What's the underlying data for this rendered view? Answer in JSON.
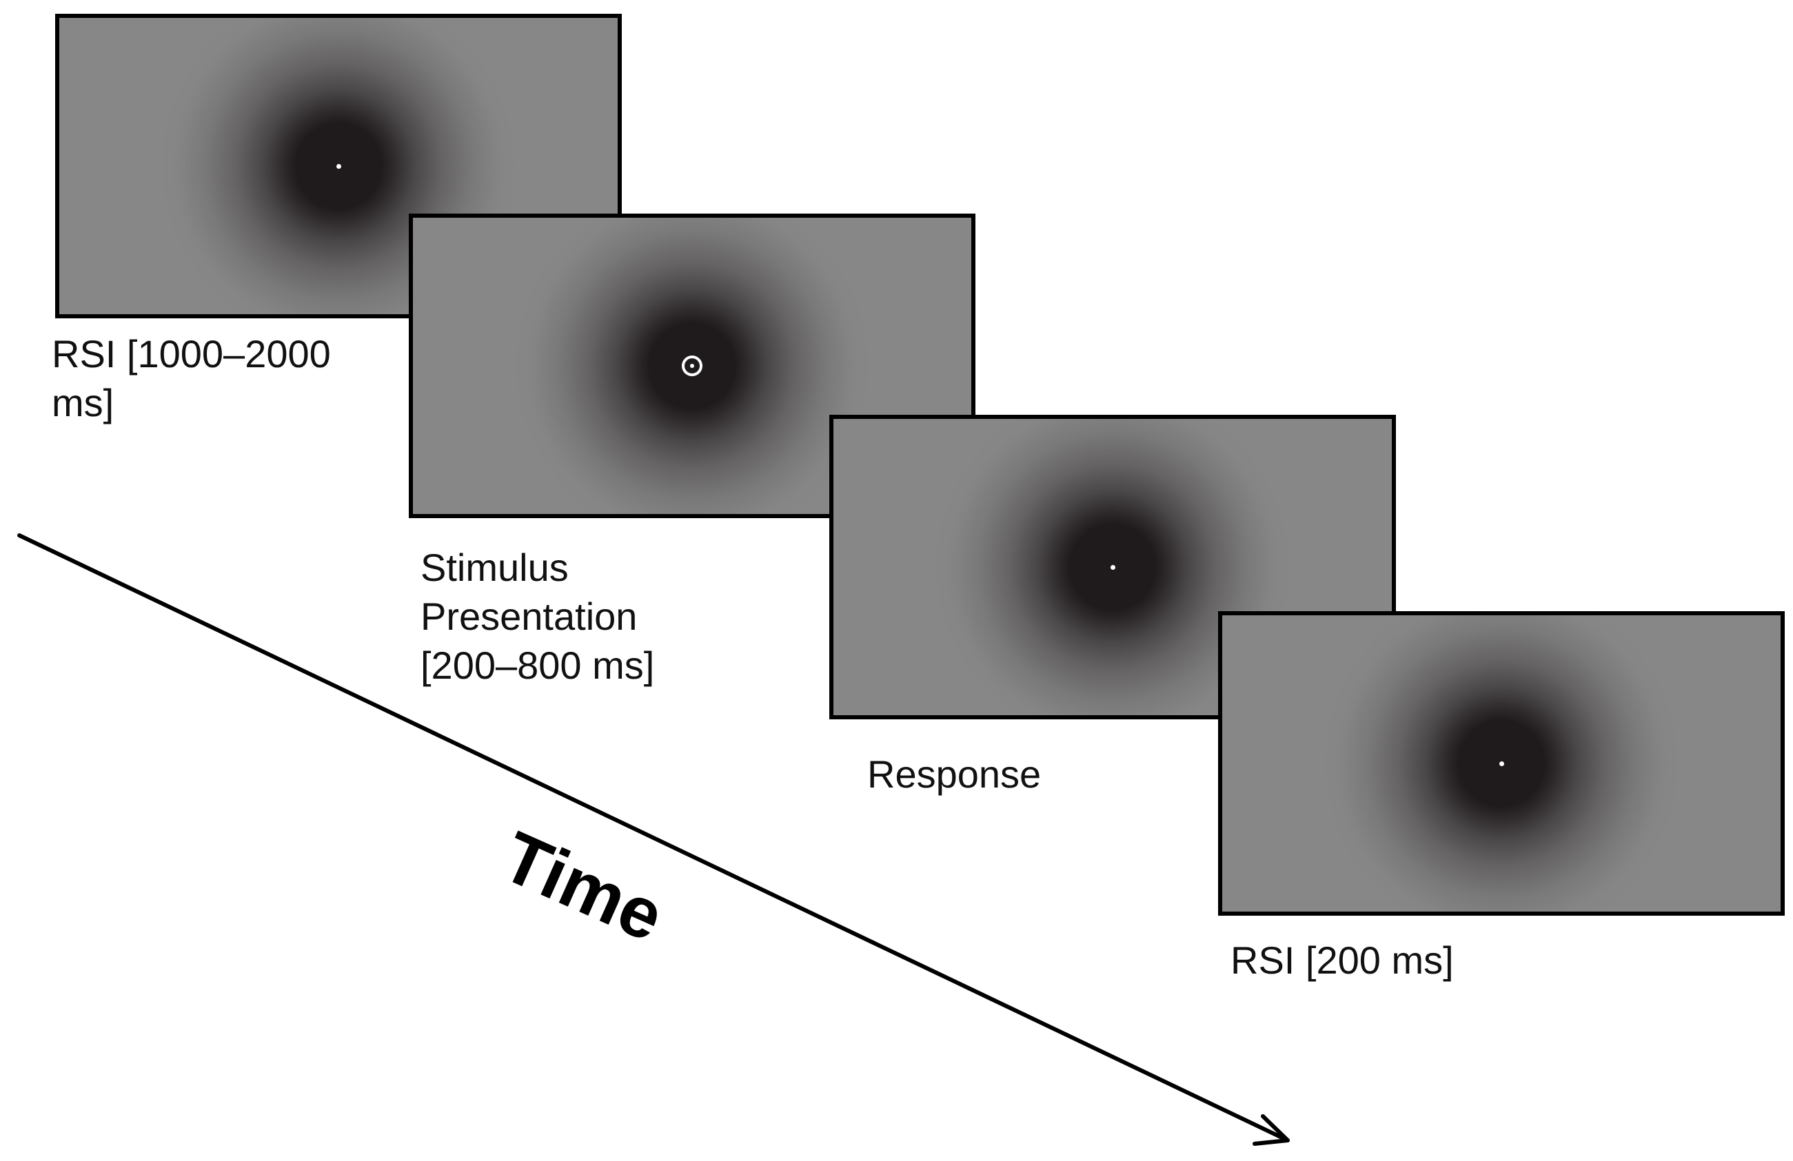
{
  "diagram": {
    "steps": [
      {
        "label": "RSI [1000–2000\nms]",
        "fixation": "dot-icon"
      },
      {
        "label": "Stimulus\nPresentation\n[200–800 ms]",
        "fixation": "ring-icon"
      },
      {
        "label": "Response",
        "fixation": "dot-icon"
      },
      {
        "label": "RSI [200 ms]",
        "fixation": "dot-icon"
      }
    ],
    "time_label": "Time",
    "colors": {
      "screen_background": "#878787",
      "stimulus_center": "#1f1b1c",
      "fixation": "#ffffff",
      "frame": "#000000"
    }
  }
}
